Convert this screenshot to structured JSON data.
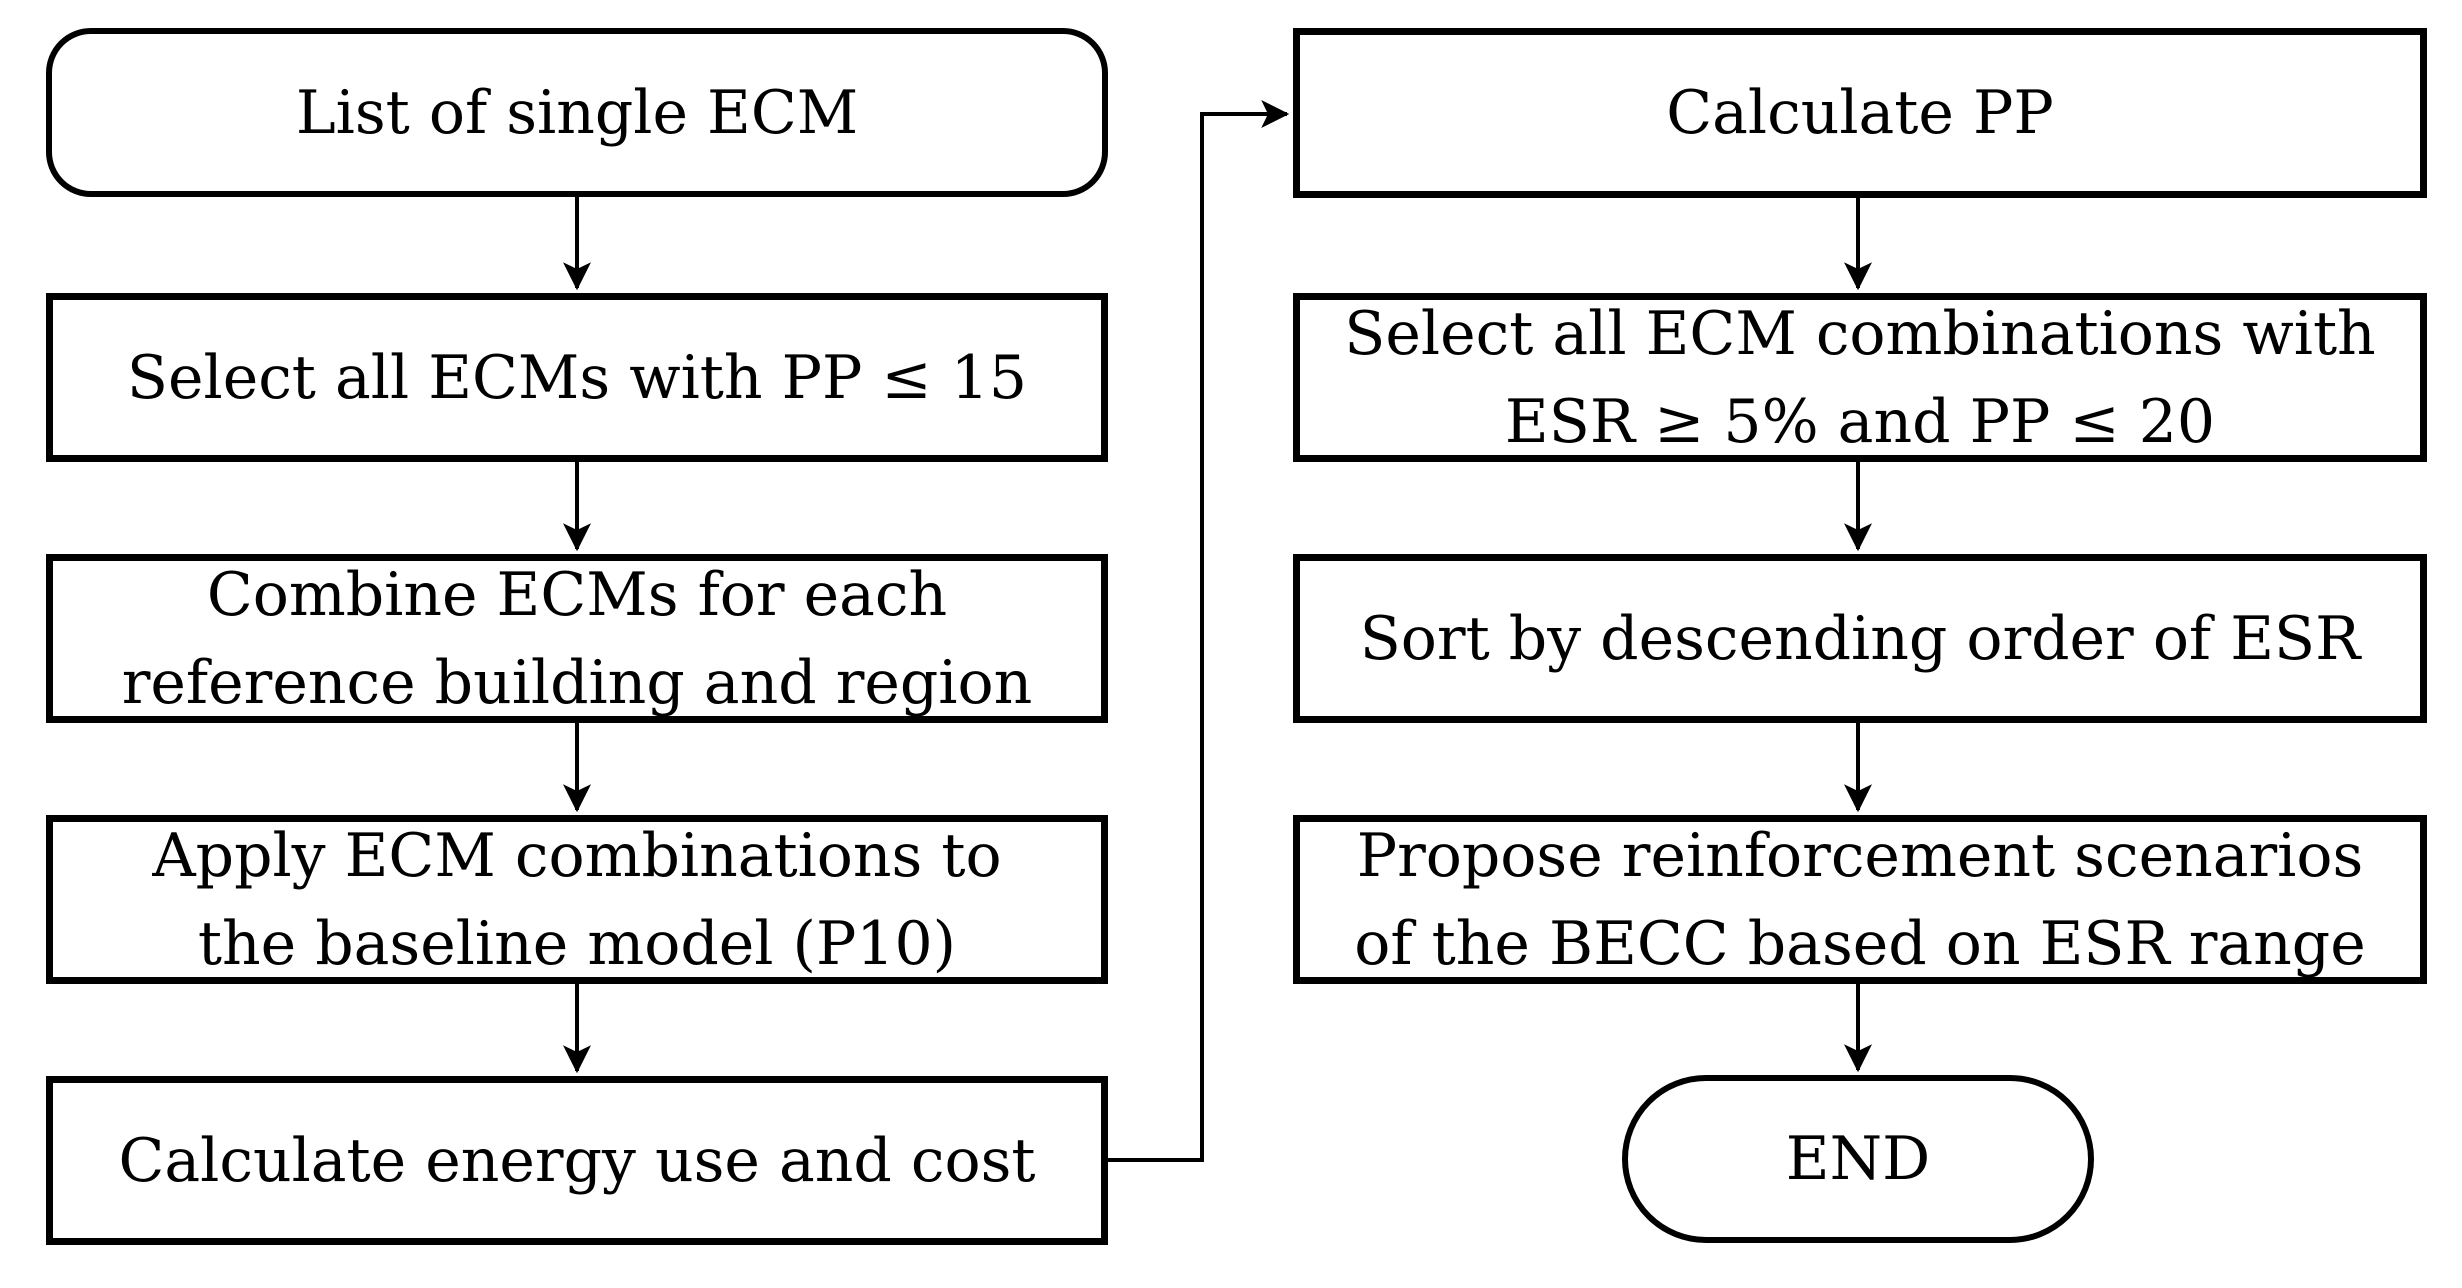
{
  "diagram": {
    "type": "flowchart",
    "background_color": "#ffffff",
    "stroke_color": "#000000",
    "nodes": {
      "start": {
        "shape": "rounded-rect",
        "lines": [
          "List of single ECM"
        ]
      },
      "select_ecms": {
        "shape": "rect",
        "lines": [
          "Select all ECMs with PP ≤ 15"
        ]
      },
      "combine_ecms": {
        "shape": "rect",
        "lines": [
          "Combine ECMs for each",
          "reference building and region"
        ]
      },
      "apply_ecms": {
        "shape": "rect",
        "lines": [
          "Apply ECM combinations to",
          "the baseline model (P10)"
        ]
      },
      "calc_energy": {
        "shape": "rect",
        "lines": [
          "Calculate energy use and cost"
        ]
      },
      "calc_pp": {
        "shape": "rect",
        "lines": [
          "Calculate PP"
        ]
      },
      "select_combinations": {
        "shape": "rect",
        "lines": [
          "Select all ECM combinations with",
          "ESR ≥ 5% and PP ≤ 20"
        ]
      },
      "sort_esr": {
        "shape": "rect",
        "lines": [
          "Sort by descending order of ESR"
        ]
      },
      "propose_scenarios": {
        "shape": "rect",
        "lines": [
          "Propose reinforcement scenarios",
          "of the BECC based on ESR range"
        ]
      },
      "end": {
        "shape": "rounded-rect",
        "lines": [
          "END"
        ]
      }
    },
    "flow": [
      "start → select_ecms → combine_ecms → apply_ecms → calc_energy",
      "calc_energy → calc_pp",
      "calc_pp → select_combinations → sort_esr → propose_scenarios → end"
    ]
  }
}
